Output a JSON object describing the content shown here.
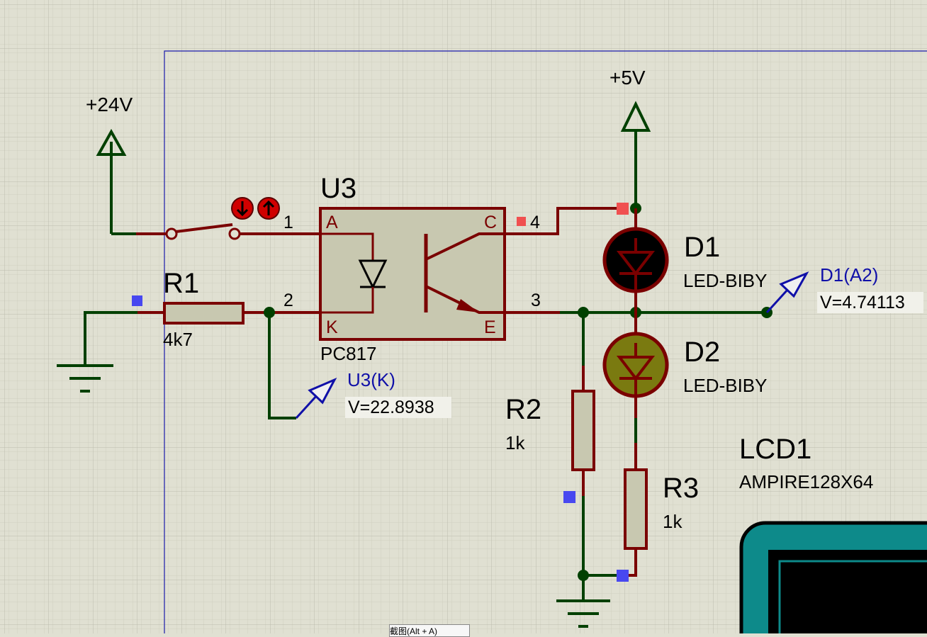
{
  "power": {
    "v24": "+24V",
    "v5": "+5V"
  },
  "u3": {
    "ref": "U3",
    "part": "PC817",
    "pin_a": "A",
    "pin_k": "K",
    "pin_c": "C",
    "pin_e": "E",
    "pin1": "1",
    "pin2": "2",
    "pin3": "3",
    "pin4": "4"
  },
  "r1": {
    "ref": "R1",
    "value": "4k7"
  },
  "r2": {
    "ref": "R2",
    "value": "1k"
  },
  "r3": {
    "ref": "R3",
    "value": "1k"
  },
  "d1": {
    "ref": "D1",
    "part": "LED-BIBY"
  },
  "d2": {
    "ref": "D2",
    "part": "LED-BIBY"
  },
  "lcd1": {
    "ref": "LCD1",
    "part": "AMPIRE128X64"
  },
  "probe_u3k": {
    "name": "U3(K)",
    "value": "V=22.8938"
  },
  "probe_d1a2": {
    "name": "D1(A2)",
    "value": "V=4.74113"
  },
  "tooltip": {
    "text": "截图(Alt + A)"
  },
  "colors": {
    "background": "#e0e0d2",
    "wire": "#004000",
    "component": "#7a0000",
    "body_fill": "#c8c8b0",
    "probe": "#1010a8",
    "led_on": "#000000",
    "led_off": "#7a7a10",
    "lcd_frame": "#0d8a8a"
  }
}
